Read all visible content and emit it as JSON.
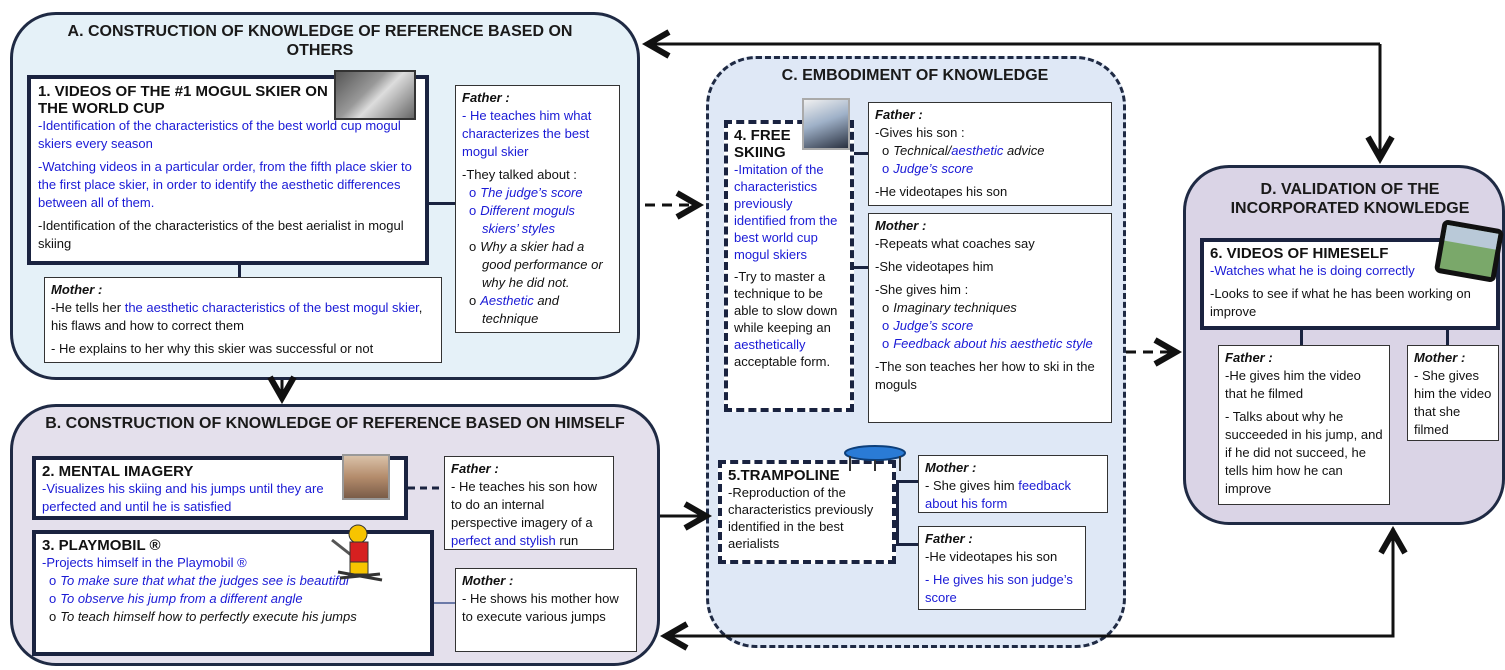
{
  "sections": {
    "a": {
      "title": "A. CONSTRUCTION OF KNOWLEDGE OF REFERENCE BASED ON OTHERS",
      "box1": {
        "title": "1.  VIDEOS OF THE #1 MOGUL SKIER ON THE WORLD CUP",
        "line1": "-Identification of the characteristics of the best world cup mogul skiers every season",
        "line2": "-Watching videos in a particular order, from the fifth place skier to the first place skier, in order to identify the aesthetic differences between all of them.",
        "line3": "-Identification of the characteristics of the best aerialist in mogul skiing"
      },
      "father": {
        "label": "Father :",
        "teach": " - He teaches him what characterizes the best mogul skier",
        "talked": "-They talked about :",
        "items": [
          "The judge’s score",
          "Different moguls skiers’ styles",
          "Why a skier had a good performance or why he did not."
        ],
        "last_a": "Aesthetic",
        "last_b": " and technique"
      },
      "mother": {
        "label": "Mother :",
        "l1a": "-He tells her ",
        "l1b": "the aesthetic characteristics of the best mogul skier",
        "l1c": ", his flaws and how to correct them",
        "l2": "- He explains to her why this skier was successful or not"
      }
    },
    "b": {
      "title": "B. CONSTRUCTION OF KNOWLEDGE OF REFERENCE BASED ON HIMSELF",
      "box2": {
        "title": "2.  MENTAL IMAGERY",
        "text": "-Visualizes his skiing and his jumps   until they are perfected and until he is satisfied"
      },
      "father": {
        "label": "Father :",
        "t1": "- He teaches his son how to do an internal perspective imagery of a ",
        "t2": "perfect and stylish",
        "t3": " run"
      },
      "box3": {
        "title": "3.  PLAYMOBIL ®",
        "text": "-Projects himself in the Playmobil ®",
        "items": [
          "To make sure that what the judges see is beautiful",
          "To observe his jump from a different angle"
        ],
        "last": "To teach himself how to perfectly execute his jumps"
      },
      "mother": {
        "label": "Mother :",
        "text": "- He shows his mother how to execute various jumps"
      }
    },
    "c": {
      "title": "C. EMBODIMENT OF KNOWLEDGE",
      "box4": {
        "title": "4.  FREE SKIING",
        "t1": "-Imitation of the characteristics previously identified  from the best world cup mogul skiers",
        "t2": "-Try   to master a technique to be able to slow down while keeping an ",
        "t3": "aesthetically",
        "t4": " acceptable form."
      },
      "father": {
        "label": "Father :",
        "gives": "-Gives his son :",
        "item1a": "Technical/",
        "item1b": "aesthetic",
        "item1c": " advice",
        "item2": "Judge’s score",
        "video": "-He videotapes his son"
      },
      "mother": {
        "label": "Mother :",
        "l1": "-Repeats what coaches say",
        "l2": "-She videotapes him",
        "l3": "-She gives him :",
        "items": [
          "Imaginary techniques",
          "Judge’s score",
          "Feedback about his aesthetic style"
        ],
        "l4": "-The son teaches her how to ski in the moguls"
      },
      "box5": {
        "title": "5.TRAMPOLINE",
        "text": "-Reproduction of the characteristics previously identified in the best aerialists"
      },
      "mother2": {
        "label": "Mother :",
        "t1": "- She gives him ",
        "t2": "feedback about his form"
      },
      "father2": {
        "label": "Father :",
        "t1": "-He videotapes his son",
        "t2": "- He gives his son judge’s score"
      }
    },
    "d": {
      "title": "D. VALIDATION OF THE INCORPORATED KNOWLEDGE",
      "box6": {
        "title": "6.  VIDEOS OF HIMESELF",
        "t1": "-Watches what he is doing correctly",
        "t2": "-Looks   to see if what he has been working   on improve"
      },
      "father": {
        "label": "Father :",
        "t1": "-He gives him the video that he filmed",
        "t2": "- Talks about why he succeeded in his jump, and if he did not succeed, he tells him how he can improve"
      },
      "mother": {
        "label": "Mother :",
        "t1": "- She gives him the video that she filmed"
      }
    }
  },
  "colors": {
    "blue_text": "#1a1ad6",
    "border": "#1a2340",
    "section_a": "#e5f1f8",
    "section_b": "#e4e0ec",
    "section_c": "#dfe8f6",
    "section_d": "#dad4e6"
  }
}
